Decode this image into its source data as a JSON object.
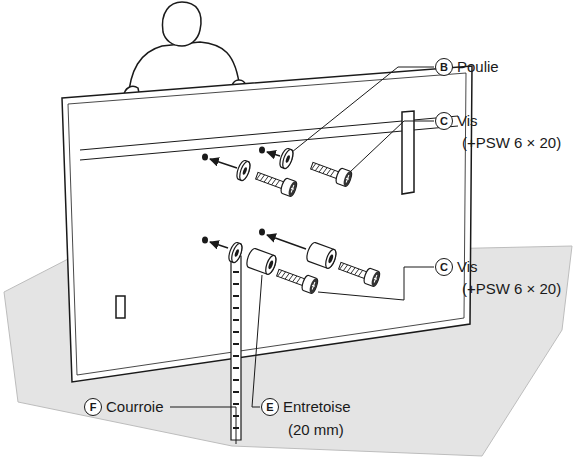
{
  "diagram": {
    "labels": [
      "B",
      "Poulie",
      "C",
      "Vis",
      "(+PSW 6 × 20)",
      "C",
      "Vis",
      "(+PSW 6 × 20)",
      "F",
      "Courroie",
      "E",
      "Entretoise",
      "(20 mm)"
    ]
  }
}
